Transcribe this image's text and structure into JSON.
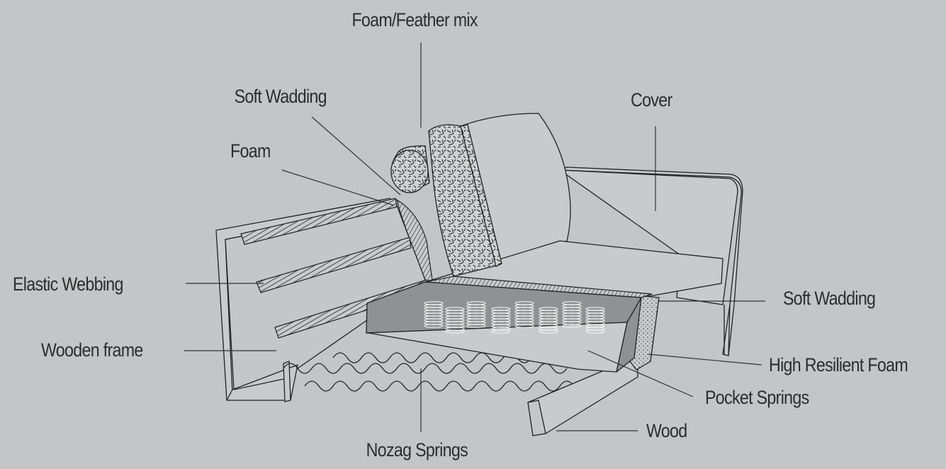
{
  "labels": {
    "foam_feather_mix": "Foam/Feather mix",
    "soft_wadding_top": "Soft Wadding",
    "cover": "Cover",
    "foam": "Foam",
    "elastic_webbing": "Elastic Webbing",
    "soft_wadding_right": "Soft Wadding",
    "wooden_frame": "Wooden frame",
    "high_resilient_foam": "High Resilient Foam",
    "pocket_springs": "Pocket Springs",
    "wood": "Wood",
    "nozag_springs": "Nozag Springs"
  },
  "colors": {
    "background": "#c3c5c6",
    "line": "#222222",
    "text": "#2d2d2d"
  }
}
